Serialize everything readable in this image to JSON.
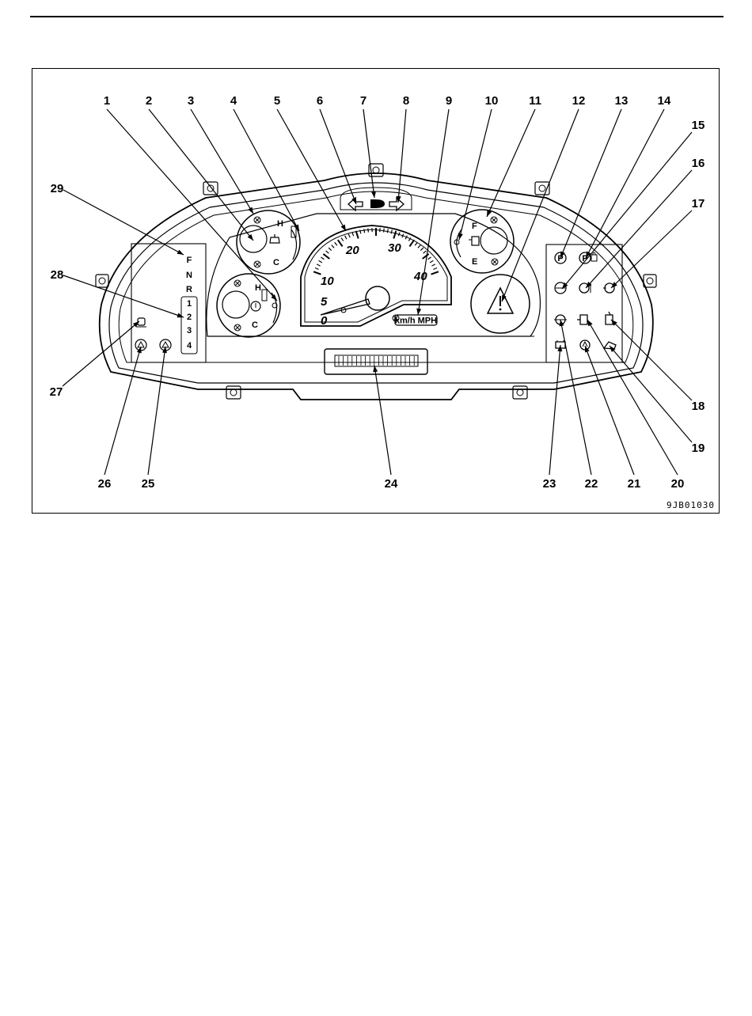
{
  "callouts": [
    "1",
    "2",
    "3",
    "4",
    "5",
    "6",
    "7",
    "8",
    "9",
    "10",
    "11",
    "12",
    "13",
    "14",
    "15",
    "16",
    "17",
    "18",
    "19",
    "20",
    "21",
    "22",
    "23",
    "24",
    "25",
    "26",
    "27",
    "28",
    "29"
  ],
  "figure_code": "9JB01030",
  "speedometer": {
    "scale": [
      "0",
      "5",
      "10",
      "20",
      "30",
      "40"
    ],
    "unit_label": "km/h MPH"
  },
  "gauge_marks": {
    "high": "H",
    "full": "F",
    "low_left": "C",
    "low_right": "E"
  },
  "gear_indicator": [
    "F",
    "N",
    "R",
    "1",
    "2",
    "3",
    "4"
  ]
}
